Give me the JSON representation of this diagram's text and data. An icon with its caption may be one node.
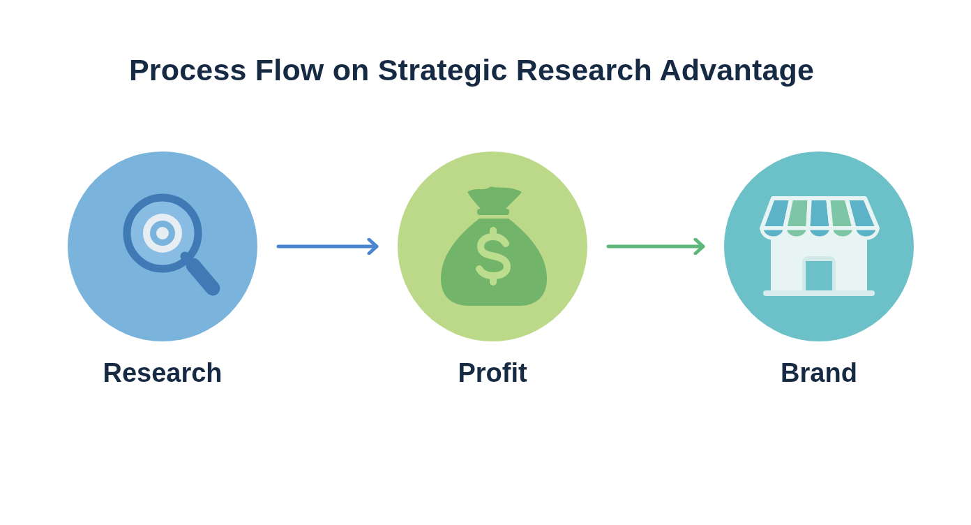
{
  "diagram": {
    "title": "Process Flow on Strategic Research Advantage",
    "nodes": [
      {
        "text": [
          "Research"
        ]
      },
      {
        "text": [
          "Profit"
        ]
      },
      {
        "text": [
          "Brand"
        ]
      }
    ],
    "edges": [
      {
        "from": 0,
        "to": 1,
        "arrow": "to",
        "color": "#4a86d0"
      },
      {
        "from": 1,
        "to": 2,
        "arrow": "to",
        "color": "#5db87a"
      }
    ]
  }
}
